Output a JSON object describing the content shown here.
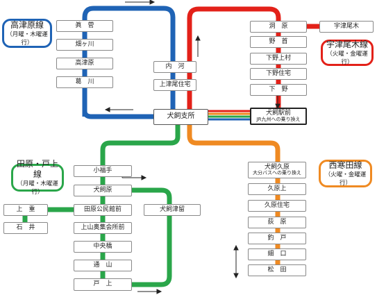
{
  "colors": {
    "takatsuhara": "#1f63b5",
    "uzuo": "#e32119",
    "tabaru": "#2aa64a",
    "nishisamuta": "#ef8a22"
  },
  "lines": {
    "takatsuhara": {
      "name": "高津原線",
      "days": "（月曜・木曜運行）"
    },
    "uzuo": {
      "name": "宇津尾木線",
      "days": "（火曜・金曜運行）"
    },
    "tabaru": {
      "name": "田原・戸上線",
      "days": "（月曜・木曜運行）"
    },
    "nishisamuta": {
      "name": "西寒田線",
      "days": "（火曜・金曜運行）"
    }
  },
  "stops": {
    "makomo": "眞　菅",
    "nagakawa": "畑ヶ川",
    "takatsuhara": "高津原",
    "kusugawa": "葛　川",
    "uchikawa": "内　河",
    "kamitsuo": "上津尾住宅",
    "shisho": "犬飼支所",
    "doubara": "洞　原",
    "uzuogi": "宇津尾木",
    "nono": "野　首",
    "shimono_kami": "下野上村",
    "shimono_jutaku": "下野住宅",
    "shimono": "下　野",
    "ekimae": "犬飼駅前",
    "ekimae_sub": "JR九州への乗り換え",
    "kokuhara": "犬飼久原",
    "kokuhara_sub": "大分バスへの乗り換え",
    "kuhara_kami": "久原上",
    "kuhara_jutaku": "久原住宅",
    "ogihara": "荻　原",
    "tsurido": "釣　戸",
    "hosoguchi": "細　口",
    "matsuda": "松　田",
    "kofukute": "小福手",
    "inukaibara": "犬飼原",
    "tabaru_kominkan": "田原公民館前",
    "kamiyama": "上山奥集会所前",
    "chuobashi": "中央橋",
    "tooriyama": "通　山",
    "togami": "戸　上",
    "kamishige": "上　重",
    "ishii": "石　井",
    "tsudome": "犬飼津留"
  }
}
